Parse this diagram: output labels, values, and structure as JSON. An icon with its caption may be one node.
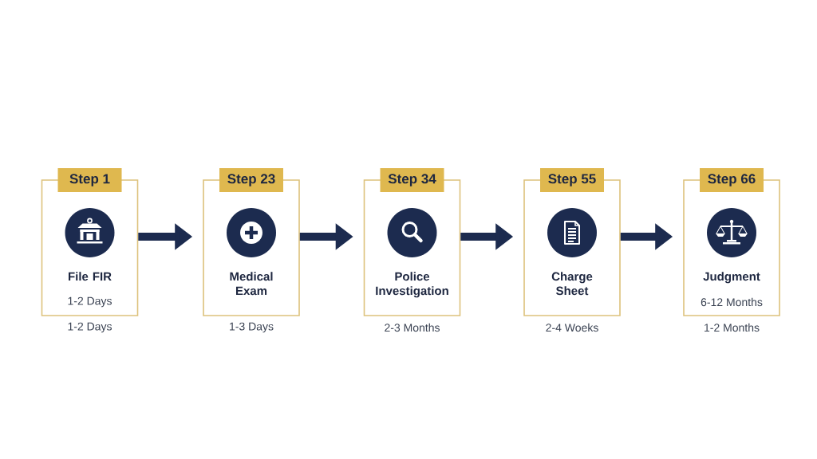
{
  "diagram": {
    "nodes": [
      {
        "text": [
          "Step 1",
          "File FIR",
          "1-2 Days"
        ],
        "beside": [
          "1-2 Days"
        ]
      },
      {
        "text": [
          "Step 23",
          "Medical Exam"
        ],
        "beside": [
          "1-3 Days"
        ]
      },
      {
        "text": [
          "Step 34",
          "Police Investigation"
        ],
        "beside": [
          "2-3 Months"
        ]
      },
      {
        "text": [
          "Step 55",
          "Charge Sheet"
        ],
        "beside": [
          "2-4 Woeks"
        ]
      },
      {
        "text": [
          "Step 66",
          "Judgment",
          "6-12 Months"
        ],
        "beside": [
          "1-2 Months"
        ]
      }
    ],
    "edges": [
      {
        "from": 0,
        "to": 1,
        "arrow": "to"
      },
      {
        "from": 1,
        "to": 2,
        "arrow": "to"
      },
      {
        "from": 2,
        "to": 3,
        "arrow": "to"
      },
      {
        "from": 3,
        "to": 4,
        "arrow": "to"
      }
    ]
  }
}
